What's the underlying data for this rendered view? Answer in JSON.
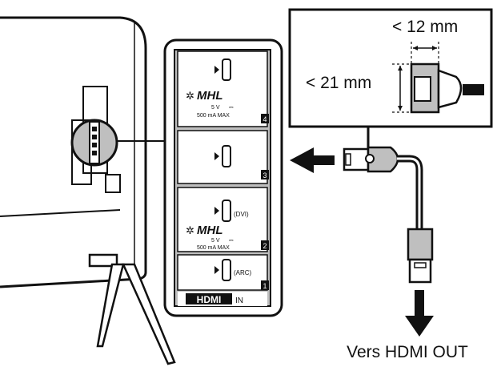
{
  "dimensions": {
    "width_label": "< 12 mm",
    "height_label": "< 21 mm"
  },
  "ports": {
    "mhl_label": "MHL",
    "voltage": "5 V",
    "current": "500 mA MAX",
    "dvi_label": "(DVI)",
    "arc_label": "(ARC)",
    "numbers": [
      "4",
      "3",
      "2",
      "1"
    ],
    "hdmi_logo": "HDMI",
    "hdmi_in": "IN"
  },
  "caption": "Vers HDMI OUT",
  "colors": {
    "line": "#111111",
    "fill_gray": "#bfbfbf",
    "badge": "#111111"
  }
}
